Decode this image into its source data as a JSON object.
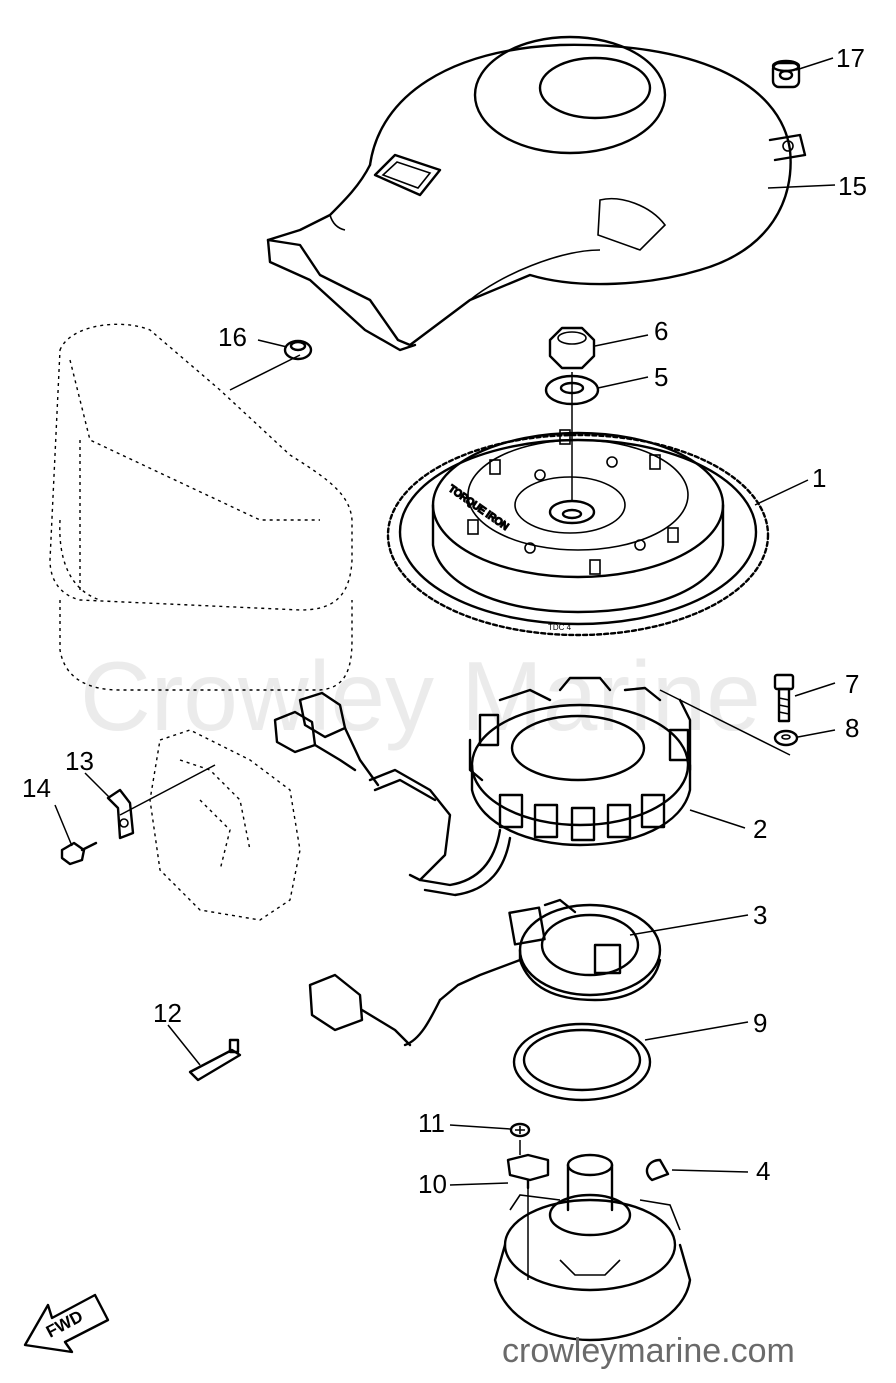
{
  "callouts": {
    "p1": "1",
    "p2": "2",
    "p3": "3",
    "p4": "4",
    "p5": "5",
    "p6": "6",
    "p7": "7",
    "p8": "8",
    "p9": "9",
    "p10": "10",
    "p11": "11",
    "p12": "12",
    "p13": "13",
    "p14": "14",
    "p15": "15",
    "p16": "16",
    "p17": "17"
  },
  "direction_label": "FWD",
  "watermark": "Crowley Marine",
  "footer_site": "crowleymarine.com",
  "flywheel_marks": {
    "torque_note": "TORQUE IRON",
    "tdc_mark": "TDC 4"
  }
}
